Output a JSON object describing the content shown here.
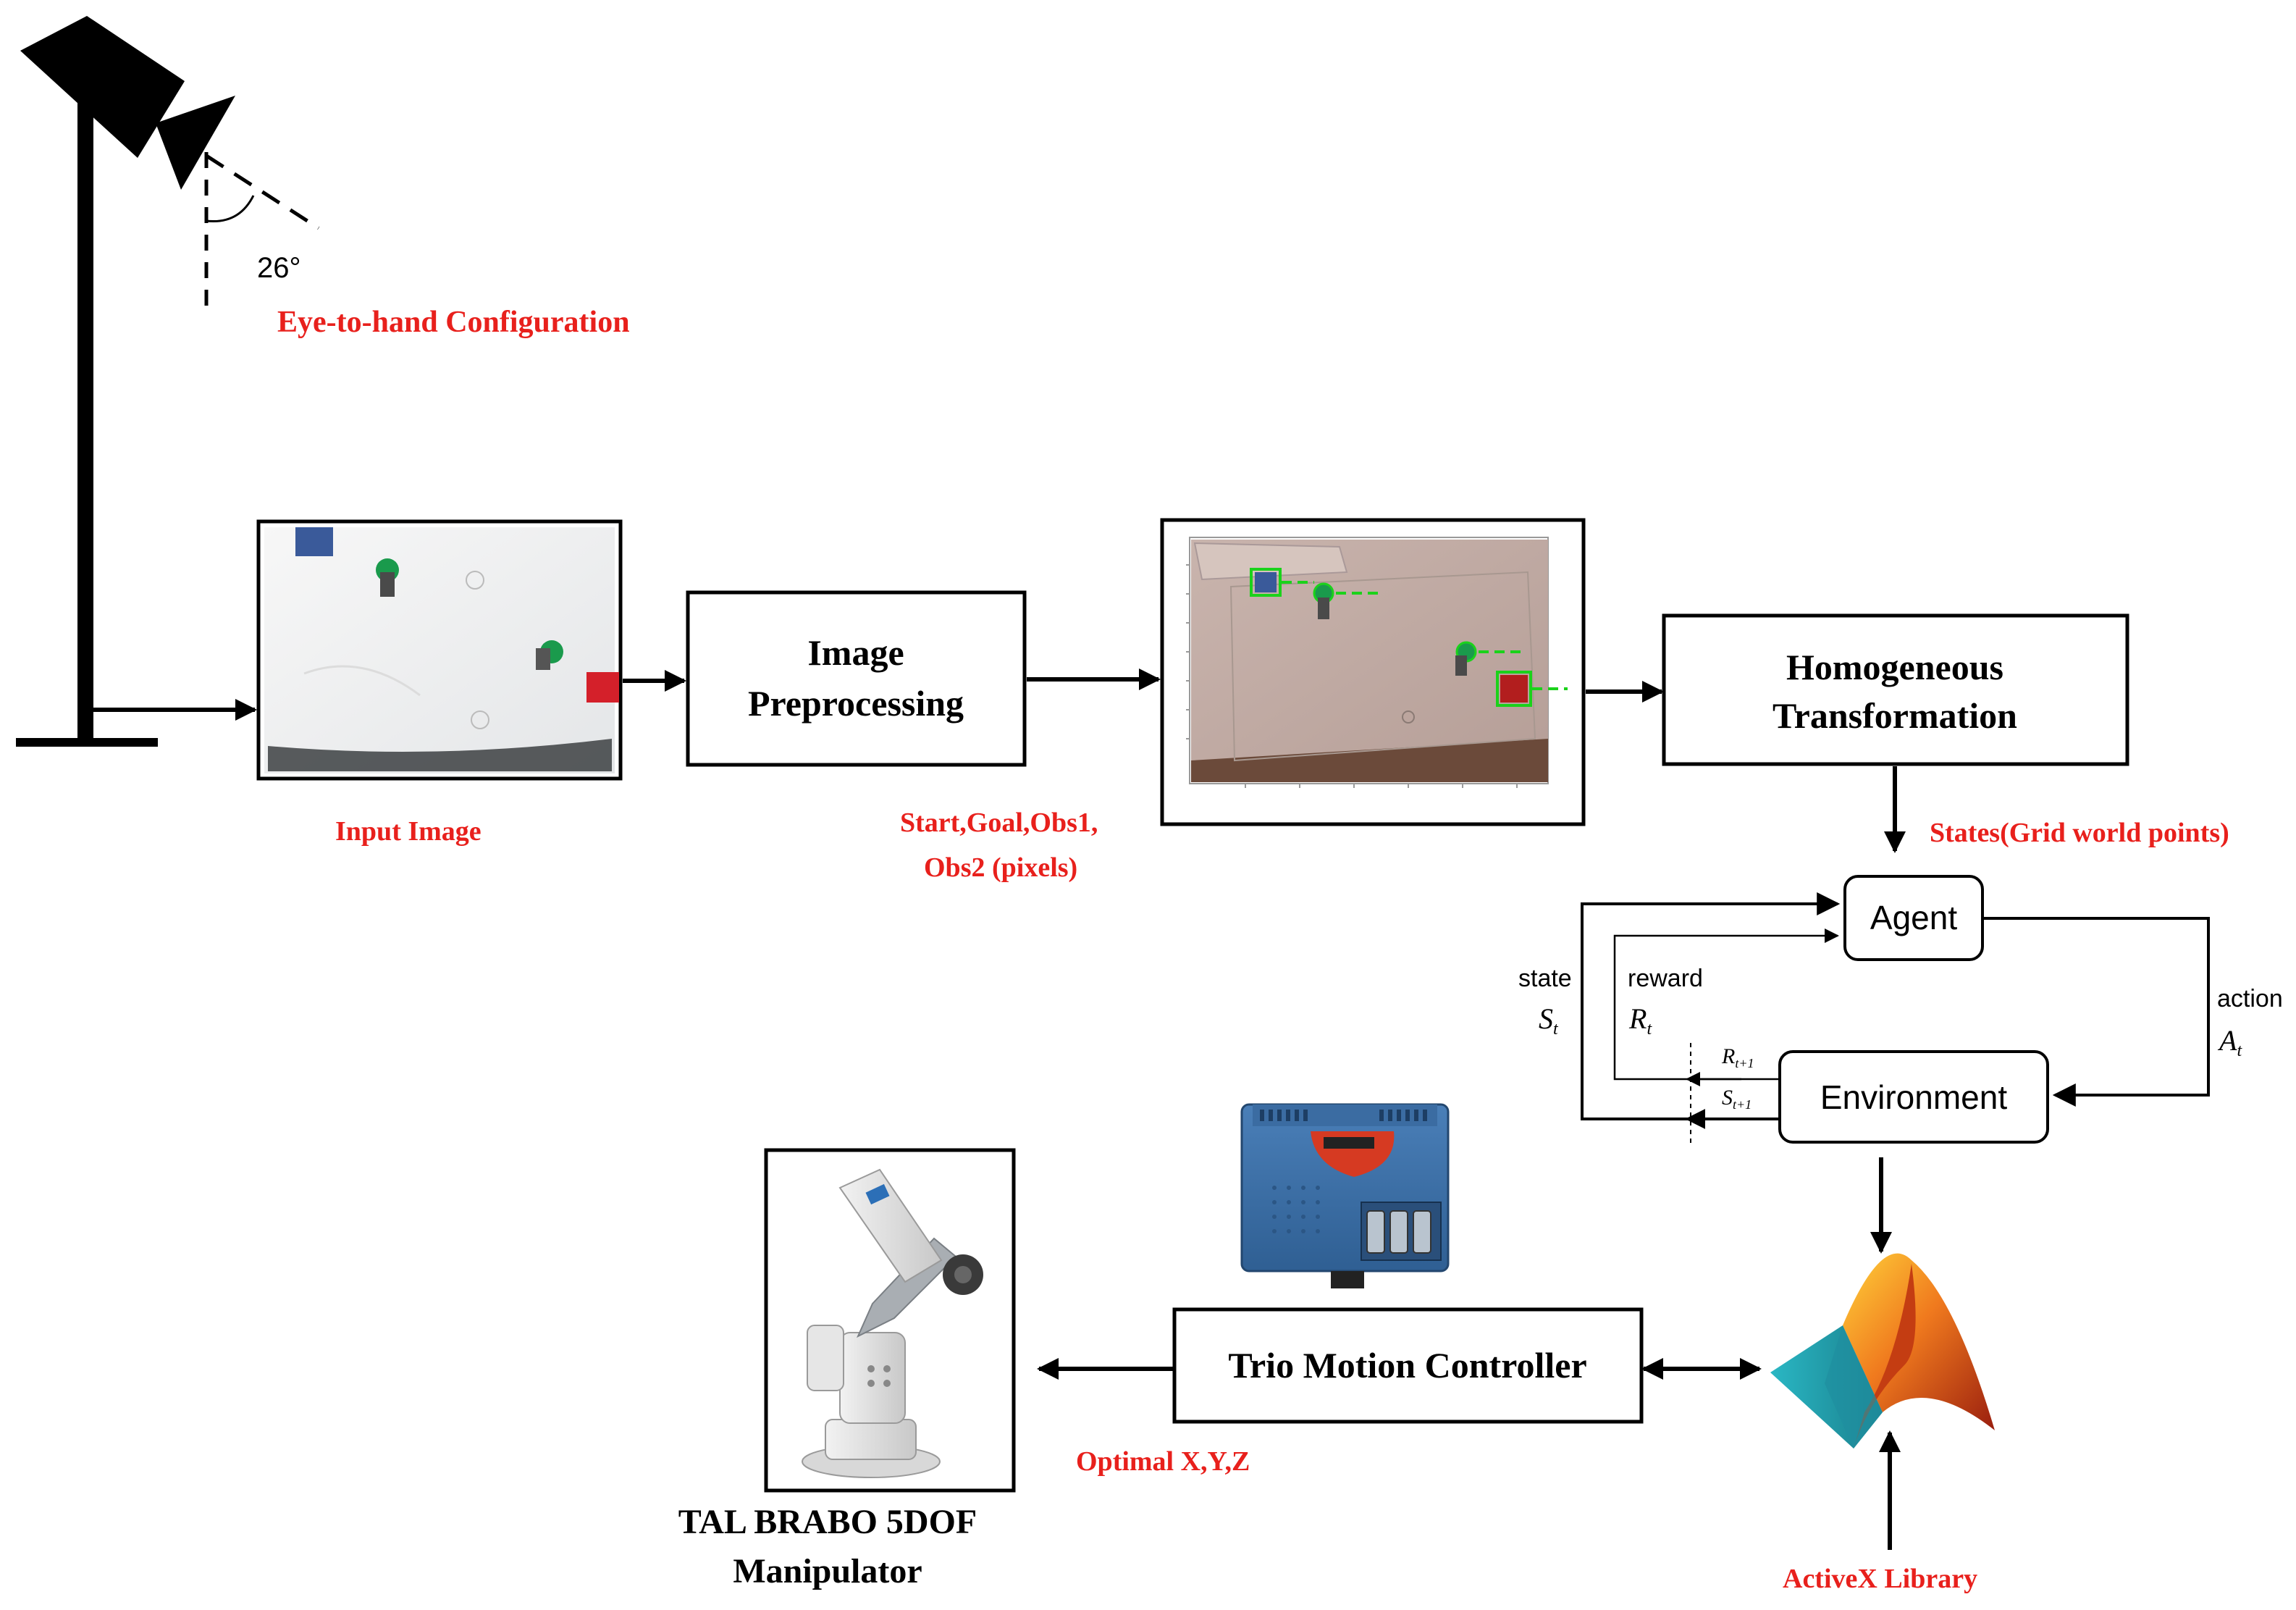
{
  "colors": {
    "annotation": "#e8201c",
    "line": "#000000",
    "detect_box_green": "#1bd21b",
    "marker_green": "#1a9a4c",
    "marker_red": "#d4202a",
    "marker_blue": "#3a5a9a"
  },
  "camera": {
    "angle_label": "26°",
    "config_label": "Eye-to-hand Configuration"
  },
  "input_image": {
    "caption": "Input Image"
  },
  "preprocessing": {
    "title_line1": "Image",
    "title_line2": "Preprocessing",
    "output_line1": "Start,Goal,Obs1,",
    "output_line2": "Obs2 (pixels)"
  },
  "homogeneous": {
    "title_line1": "Homogeneous",
    "title_line2": "Transformation",
    "output_label": "States(Grid world points)"
  },
  "rl_loop": {
    "agent": "Agent",
    "environment": "Environment",
    "state_label": "state",
    "state_symbol": "S",
    "state_sub": "t",
    "reward_label": "reward",
    "reward_symbol": "R",
    "reward_sub": "t",
    "action_label": "action",
    "action_symbol": "A",
    "action_sub": "t",
    "next_reward_symbol": "R",
    "next_reward_sub": "t+1",
    "next_state_symbol": "S",
    "next_state_sub": "t+1"
  },
  "matlab": {
    "caption": "ActiveX Library",
    "icon": "matlab-logo-icon"
  },
  "controller": {
    "title": "Trio Motion Controller",
    "output_label": "Optimal X,Y,Z",
    "device_icon": "trio-controller-device-icon"
  },
  "manipulator": {
    "caption_line1": "TAL BRABO 5DOF",
    "caption_line2": "Manipulator",
    "icon": "robot-arm-icon"
  }
}
